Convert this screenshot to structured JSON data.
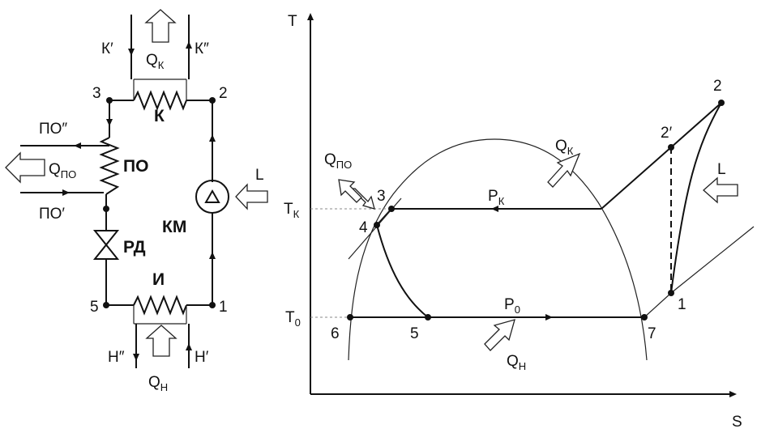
{
  "schematic": {
    "condenser": {
      "label": "К",
      "q": "Q",
      "q_sub": "К",
      "in": "К′",
      "out": "К″"
    },
    "subcooler": {
      "label": "ПО",
      "q": "Q",
      "q_sub": "ПО",
      "in": "ПО′",
      "out": "ПО″"
    },
    "throttle": {
      "label": "РД"
    },
    "compressor": {
      "label": "КМ",
      "work": "L"
    },
    "evaporator": {
      "label": "И",
      "q": "Q",
      "q_sub": "Н",
      "in": "Н′",
      "out": "Н″"
    },
    "nodes": [
      "1",
      "2",
      "3",
      "5"
    ]
  },
  "ts_diagram": {
    "x_axis": "S",
    "y_axis": "T",
    "tk": {
      "main": "T",
      "sub": "К"
    },
    "t0": {
      "main": "T",
      "sub": "0"
    },
    "pk": {
      "main": "P",
      "sub": "К"
    },
    "p0": {
      "main": "P",
      "sub": "0"
    },
    "q_cond": {
      "main": "Q",
      "sub": "К"
    },
    "q_sub": {
      "main": "Q",
      "sub": "ПО"
    },
    "q_evap": {
      "main": "Q",
      "sub": "Н"
    },
    "work": "L",
    "points": [
      "1",
      "2",
      "2′",
      "3",
      "4",
      "5",
      "6",
      "7"
    ]
  }
}
